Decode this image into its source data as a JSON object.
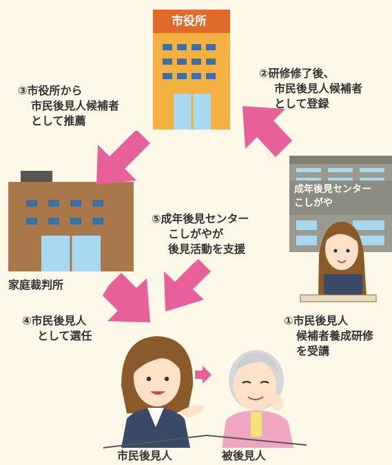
{
  "buildings": {
    "city_hall": "市役所",
    "center_line1": "成年後見センター",
    "center_line2": "こしがや",
    "court": "家庭裁判所"
  },
  "steps": {
    "step1": [
      "①市民後見人",
      "候補者養成研修",
      "を受講"
    ],
    "step2": [
      "②研修修了後、",
      "市民後見人候補者",
      "として登録"
    ],
    "step3": [
      "③市役所から",
      "市民後見人候補者",
      "として推薦"
    ],
    "step4": [
      "④市民後見人",
      "として選任"
    ],
    "step5": [
      "⑤成年後見センター",
      "こしがやが",
      "後見活動を支援"
    ]
  },
  "people": {
    "citizen_guardian": "市民後見人",
    "ward": "被後見人"
  },
  "colors": {
    "arrow": "#e8609a",
    "city_hall_body": "#f5b042",
    "city_hall_sign": "#e06a2a",
    "court_body": "#a8784a",
    "center_body": "#9a9a8e",
    "window": "#a8d8f0",
    "background": "#fdf8e8"
  }
}
